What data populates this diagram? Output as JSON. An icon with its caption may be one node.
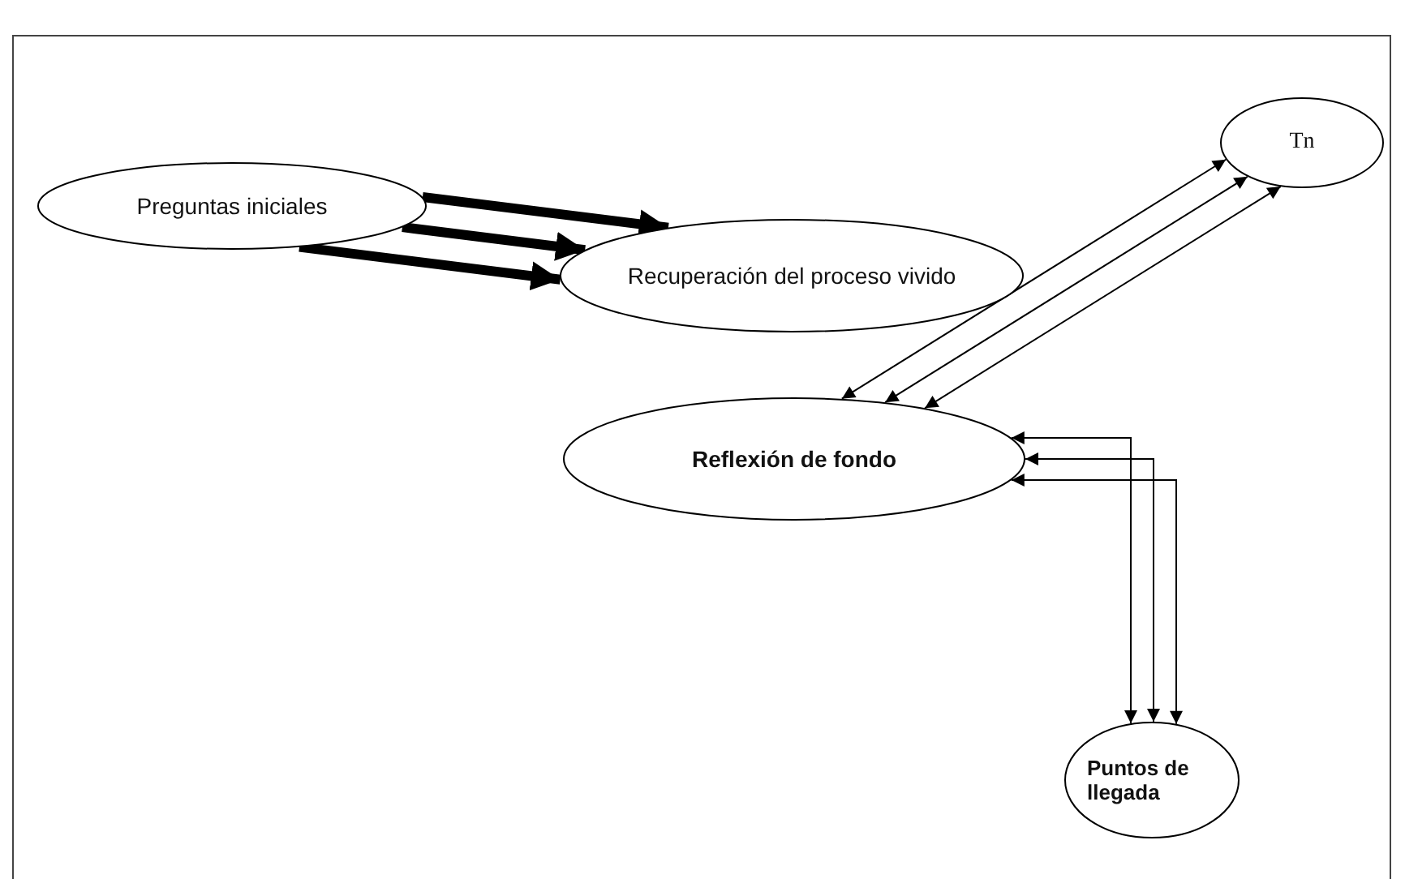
{
  "diagram": {
    "nodes": [
      {
        "text": [
          "Preguntas iniciales"
        ]
      },
      {
        "text": [
          "Recuperación del proceso vivido"
        ]
      },
      {
        "text": [
          "Reflexión de fondo"
        ]
      },
      {
        "text": [
          "Tn"
        ]
      },
      {
        "text": [
          "Puntos de llegada"
        ]
      }
    ],
    "edges": [
      {
        "from": 0,
        "to": 1,
        "arrow": "to",
        "style": "thick"
      },
      {
        "from": 0,
        "to": 1,
        "arrow": "to",
        "style": "thick"
      },
      {
        "from": 0,
        "to": 1,
        "arrow": "to",
        "style": "thick"
      },
      {
        "from": 2,
        "to": 3,
        "arrow": "both"
      },
      {
        "from": 2,
        "to": 3,
        "arrow": "both"
      },
      {
        "from": 2,
        "to": 3,
        "arrow": "both"
      },
      {
        "from": 2,
        "to": 4,
        "arrow": "both"
      },
      {
        "from": 2,
        "to": 4,
        "arrow": "both"
      },
      {
        "from": 2,
        "to": 4,
        "arrow": "both"
      }
    ]
  }
}
